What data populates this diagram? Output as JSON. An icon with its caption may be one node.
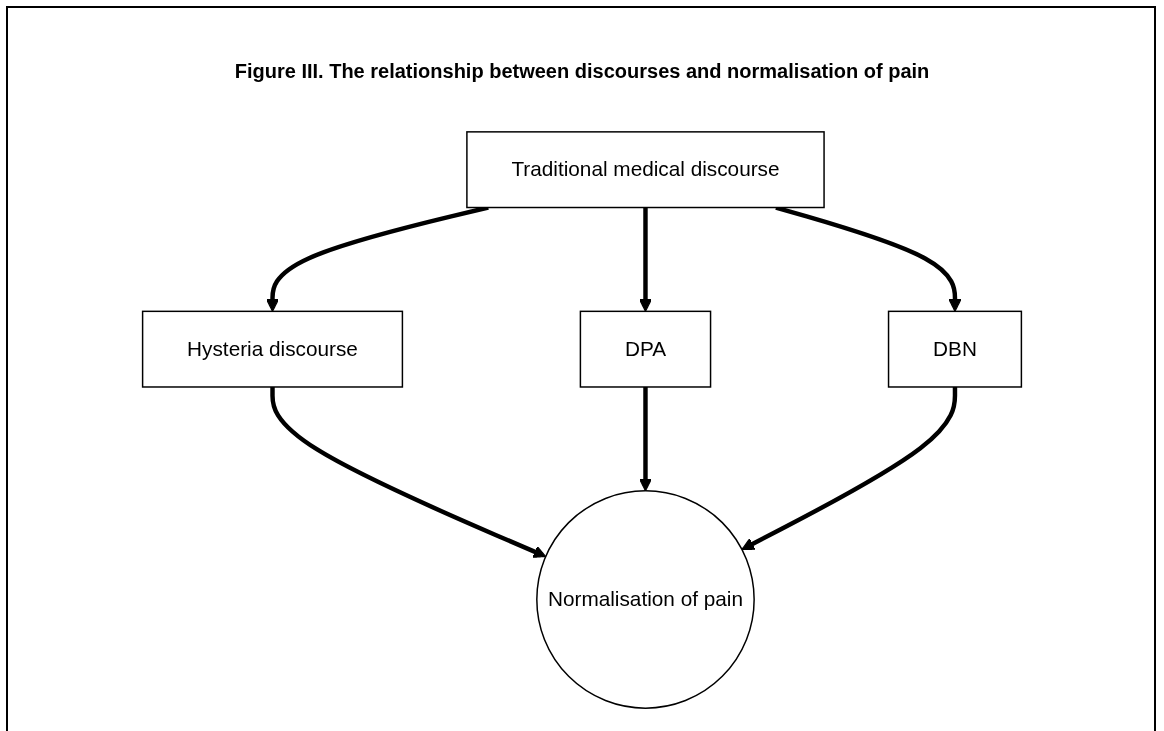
{
  "diagram": {
    "title": "Figure III. The relationship between discourses and normalisation of pain",
    "nodes": [
      {
        "text": [
          "Traditional medical discourse"
        ]
      },
      {
        "text": [
          "Hysteria discourse"
        ]
      },
      {
        "text": [
          "DPA"
        ]
      },
      {
        "text": [
          "Normalisation of pain"
        ]
      },
      {
        "text": [
          "DBN"
        ]
      }
    ],
    "edges": [
      {
        "from": 0,
        "to": 2,
        "arrow": "to"
      },
      {
        "from": 0,
        "to": 1,
        "arrow": "to"
      },
      {
        "from": 0,
        "to": 4,
        "arrow": "to"
      },
      {
        "from": 1,
        "to": 3,
        "arrow": "to"
      },
      {
        "from": 2,
        "to": 3,
        "arrow": "to"
      },
      {
        "from": 4,
        "to": 3,
        "arrow": "to"
      }
    ]
  }
}
